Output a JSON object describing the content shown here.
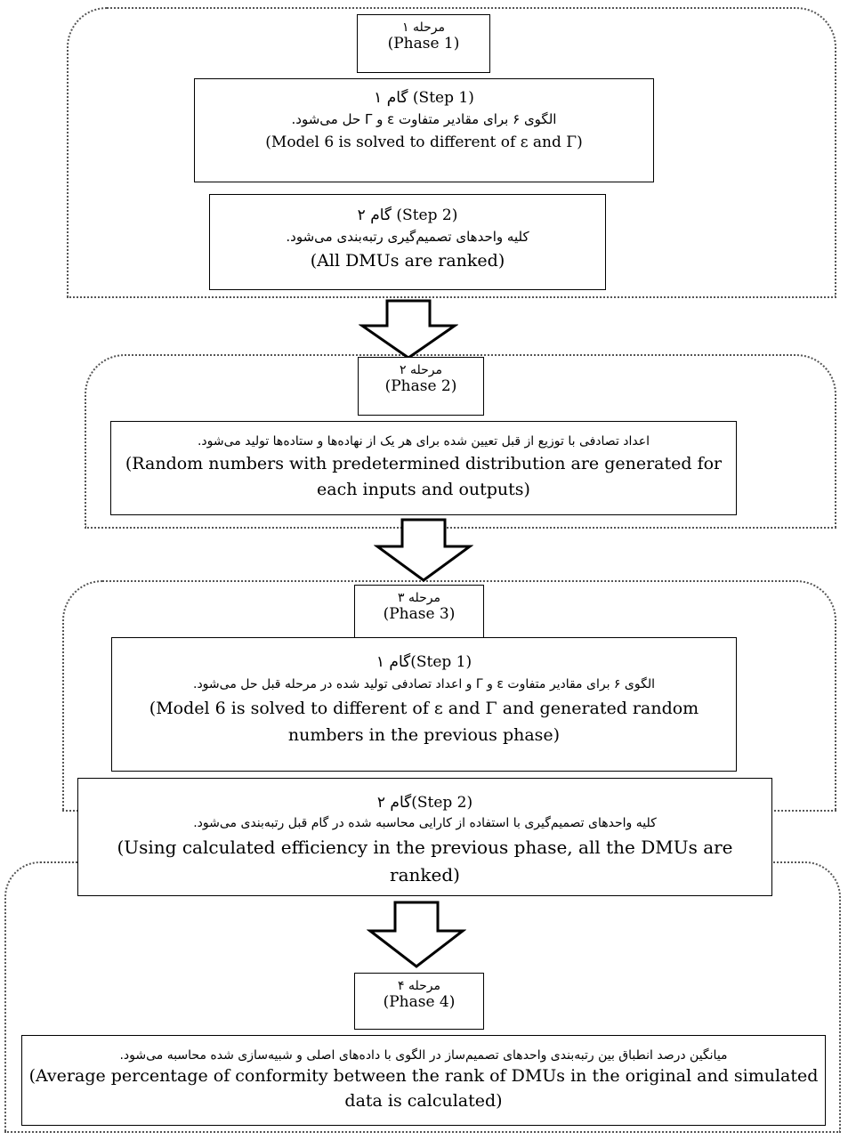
{
  "phase1": {
    "header": {
      "fa": "مرحله ۱",
      "en": "(Phase 1)"
    },
    "step1": {
      "title": "گام ۱ (Step 1)",
      "fa": "الگوی ۶ برای مقادیر متفاوت ε و Γ حل می‌شود.",
      "en": "(Model 6 is solved to different of ε and Γ)"
    },
    "step2": {
      "title": "گام ۲ (Step 2)",
      "fa": "کلیه واحدهای تصمیم‌گیری رتبه‌بندی می‌شود.",
      "en": "(All DMUs are ranked)"
    }
  },
  "phase2": {
    "header": {
      "fa": "مرحله ۲",
      "en": "(Phase 2)"
    },
    "body": {
      "fa": "اعداد تصادفی با توزیع از قبل تعیین شده برای هر یک از نهاده‌ها و ستاده‌ها تولید می‌شود.",
      "en1": "(Random numbers with predetermined distribution are generated for",
      "en2": "each inputs and outputs)"
    }
  },
  "phase3": {
    "header": {
      "fa": "مرحله ۳",
      "en": "(Phase 3)"
    },
    "step1": {
      "title": "گام ۱(Step 1)",
      "fa": "الگوی ۶ برای مقادیر متفاوت ε و Γ و اعداد تصادفی تولید شده در مرحله قبل حل می‌شود.",
      "en1": "(Model 6 is solved to different of ε and Γ and generated random",
      "en2": "numbers in the previous phase)"
    },
    "step2": {
      "title": "گام ۲(Step 2)",
      "fa": "کلیه واحدهای تصمیم‌گیری با استفاده از کارایی محاسبه شده در گام قبل رتبه‌بندی می‌شود.",
      "en1": "(Using calculated efficiency in the previous phase, all the DMUs are",
      "en2": "ranked)"
    }
  },
  "phase4": {
    "header": {
      "fa": "مرحله ۴",
      "en": "(Phase 4)"
    },
    "body": {
      "fa": "میانگین درصد انطباق بین رتبه‌بندی واحدهای تصمیم‌ساز در الگوی با داده‌های اصلی و شبیه‌سازی شده محاسبه می‌شود.",
      "en1": "(Average percentage of conformity between the rank of DMUs in the original and simulated",
      "en2": "data is calculated)"
    }
  }
}
